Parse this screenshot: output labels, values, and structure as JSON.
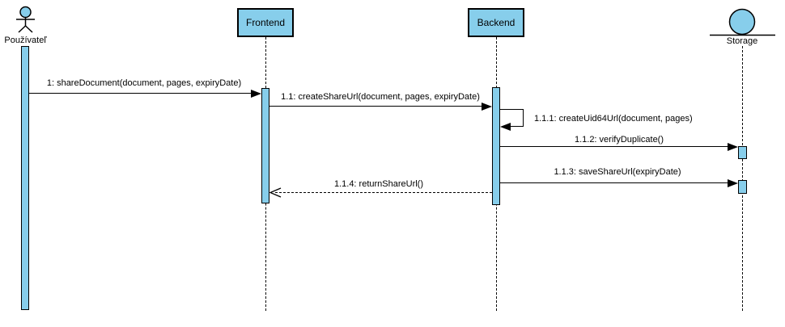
{
  "colors": {
    "shape_fill": "#87CEEB",
    "shape_border": "#000000",
    "background": "#FFFFFF"
  },
  "lifelines": {
    "user": {
      "label": "Používateľ",
      "kind": "actor"
    },
    "frontend": {
      "label": "Frontend",
      "kind": "object"
    },
    "backend": {
      "label": "Backend",
      "kind": "object"
    },
    "storage": {
      "label": "Storage",
      "kind": "entity"
    }
  },
  "messages": {
    "m1": {
      "label": "1: shareDocument(document, pages, expiryDate)",
      "from": "Používateľ",
      "to": "Frontend",
      "type": "sync"
    },
    "m1_1": {
      "label": "1.1: createShareUrl(document, pages, expiryDate)",
      "from": "Frontend",
      "to": "Backend",
      "type": "sync"
    },
    "m1_1_1": {
      "label": "1.1.1: createUid64Url(document, pages)",
      "from": "Backend",
      "to": "Backend",
      "type": "self"
    },
    "m1_1_2": {
      "label": "1.1.2: verifyDuplicate()",
      "from": "Backend",
      "to": "Storage",
      "type": "sync"
    },
    "m1_1_3": {
      "label": "1.1.3: saveShareUrl(expiryDate)",
      "from": "Backend",
      "to": "Storage",
      "type": "sync"
    },
    "m1_1_4": {
      "label": "1.1.4: returnShareUrl()",
      "from": "Backend",
      "to": "Frontend",
      "type": "return"
    }
  }
}
